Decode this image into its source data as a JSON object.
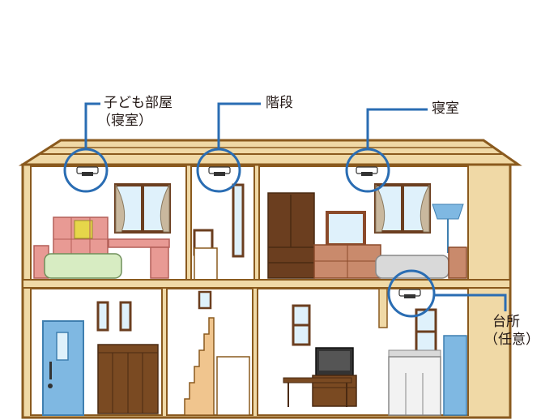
{
  "labels": {
    "kids_room": {
      "line1": "子ども部屋",
      "line2": "（寝室）"
    },
    "stairs": "階段",
    "bedroom": "寝室",
    "kitchen": {
      "line1": "台所",
      "line2": "（任意）"
    }
  },
  "colors": {
    "callout": "#2a6db3",
    "wood": "#8a5a1e",
    "wall_fill": "#f0d9a6",
    "room_bg": "#ffffff",
    "door": "#7fb8e2",
    "window_glass": "#dff1fb",
    "furniture_dark": "#6b3e1f",
    "bed": "#d7ecc2",
    "bed_gray": "#d9d9d9",
    "desk": "#e89a94",
    "detector": "#ffffff"
  },
  "icons": [
    "smoke-detector-icon",
    "window-icon",
    "door-icon",
    "tv-icon",
    "lamp-icon",
    "bed-icon",
    "desk-icon",
    "wardrobe-icon",
    "stairs-icon"
  ]
}
